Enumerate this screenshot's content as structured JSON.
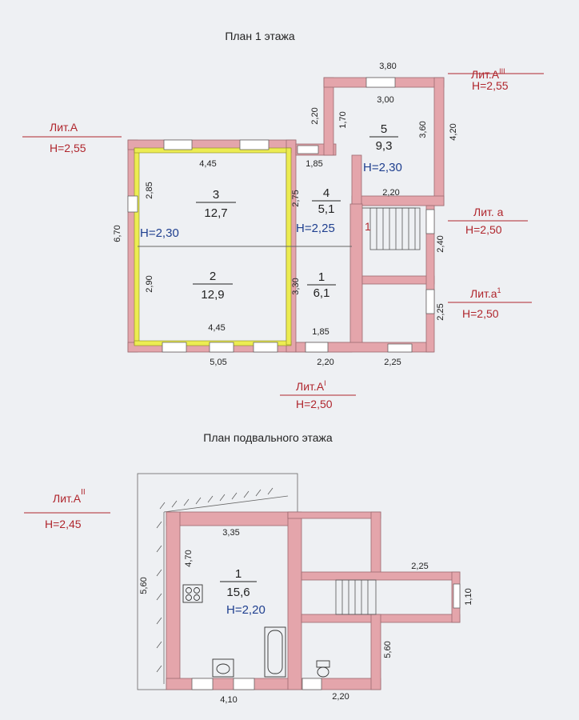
{
  "floor1": {
    "title": "План 1 этажа",
    "rooms": [
      {
        "num": "3",
        "area": "12,7"
      },
      {
        "num": "2",
        "area": "12,9"
      },
      {
        "num": "4",
        "area": "5,1"
      },
      {
        "num": "1",
        "area": "6,1"
      },
      {
        "num": "5",
        "area": "9,3"
      }
    ],
    "heights": {
      "main": "H=2,30",
      "hall": "H=2,25",
      "room5": "H=2,30"
    },
    "stair_label": "1",
    "dims": {
      "top_a3": "3,80",
      "inner_a3": "3,00",
      "left_a3": "2,20",
      "inner_left_a3": "1,70",
      "right_a3_in": "3,60",
      "right_a3_out": "4,20",
      "bottom_a3": "2,20",
      "room3_top": "4,45",
      "room3_left": "2,85",
      "room3_right": "2,75",
      "room4_top": "1,85",
      "total_left": "6,70",
      "room2_left": "2,90",
      "room1_left": "3,30",
      "room2_bottom": "4,45",
      "room1_bottom": "1,85",
      "bottom_a": "5,05",
      "bottom_a1": "2,20",
      "porch_bottom": "2,25",
      "porch_a": "2,40",
      "porch_a1": "2,25"
    },
    "lit": {
      "a": {
        "name": "Лит.А",
        "h": "H=2,55"
      },
      "a3": {
        "name": "Лит.А",
        "sup": "III",
        "h": "H=2,55"
      },
      "la": {
        "name": "Лит. а",
        "h": "H=2,50"
      },
      "la1": {
        "name": "Лит.а",
        "sup": "1",
        "h": "H=2,50"
      },
      "a1": {
        "name": "Лит.А",
        "sup": "I",
        "h": "H=2,50"
      }
    }
  },
  "basement": {
    "title": "План подвального этажа",
    "lit": {
      "name": "Лит.А",
      "sup": "II",
      "h": "H=2,45"
    },
    "room": {
      "num": "1",
      "area": "15,6",
      "height": "H=2,20"
    },
    "dims": {
      "top": "3,35",
      "inner_left": "4,70",
      "outer_left": "5,60",
      "corridor": "2,25",
      "corridor_h": "1,10",
      "right": "5,60",
      "bottom_left": "4,10",
      "bottom_right": "2,20"
    }
  },
  "colors": {
    "wall": "#e4a5ab",
    "wall_edge": "#9c6a70",
    "highlight": "#ecec52",
    "lit_red": "#b0262d",
    "blue": "#1f3f8f"
  }
}
